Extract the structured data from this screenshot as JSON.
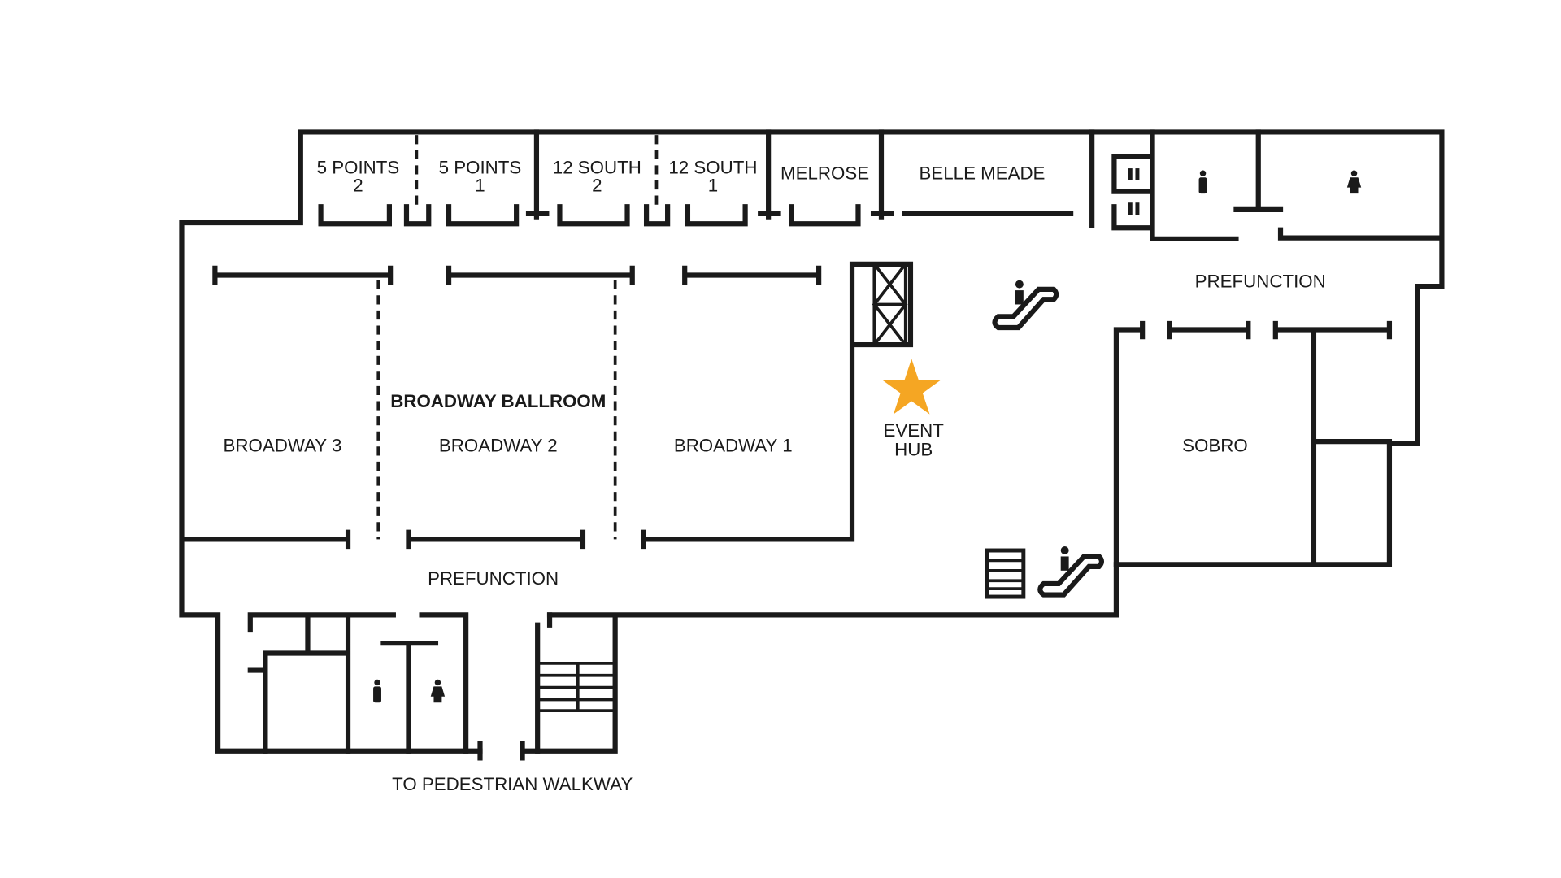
{
  "rooms": {
    "five_points_2": [
      "5 POINTS",
      "2"
    ],
    "five_points_1": [
      "5 POINTS",
      "1"
    ],
    "twelve_south_2": [
      "12 SOUTH",
      "2"
    ],
    "twelve_south_1": [
      "12 SOUTH",
      "1"
    ],
    "melrose": "MELROSE",
    "belle_meade": "BELLE MEADE",
    "ballroom_title": "BROADWAY BALLROOM",
    "broadway_3": "BROADWAY 3",
    "broadway_2": "BROADWAY 2",
    "broadway_1": "BROADWAY 1",
    "sobro": "SOBRO",
    "prefunction_top": "PREFUNCTION",
    "prefunction_bottom": "PREFUNCTION",
    "event_hub": [
      "EVENT",
      "HUB"
    ],
    "walkway": "TO PEDESTRIAN WALKWAY"
  },
  "colors": {
    "wall": "#1a1a1a",
    "star": "#f5a623"
  }
}
